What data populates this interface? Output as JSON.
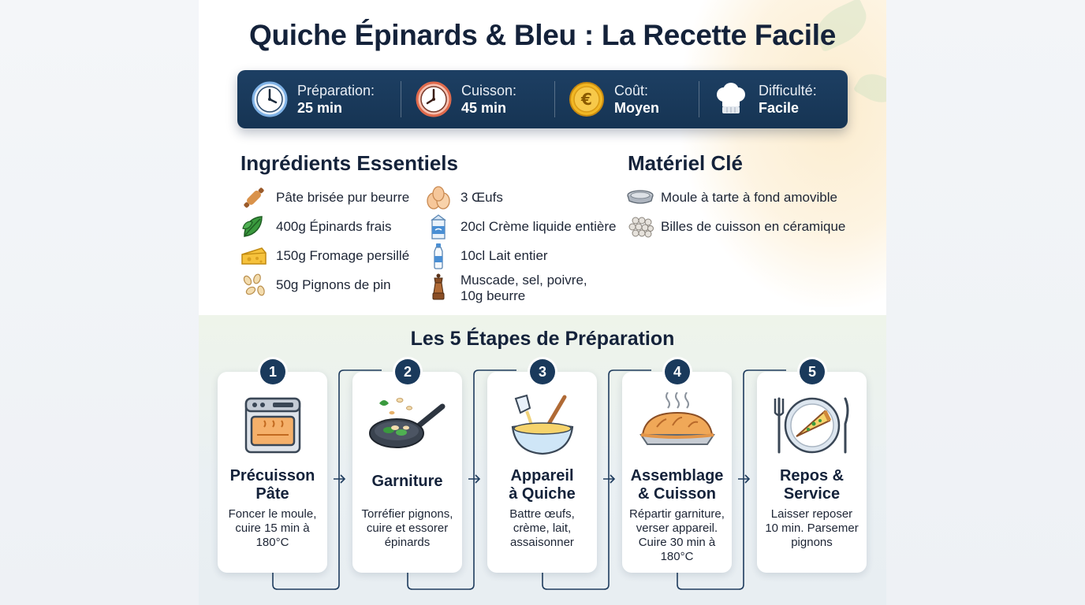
{
  "title": "Quiche Épinards & Bleu : La Recette Facile",
  "info": [
    {
      "label": "Préparation:",
      "value": "25 min",
      "icon": "clock-icon"
    },
    {
      "label": "Cuisson:",
      "value": "45 min",
      "icon": "timer-icon"
    },
    {
      "label": "Coût:",
      "value": "Moyen",
      "icon": "euro-coin-icon"
    },
    {
      "label": "Difficulté:",
      "value": "Facile",
      "icon": "chef-hat-icon"
    }
  ],
  "ingredients": {
    "heading": "Ingrédients Essentiels",
    "col1": [
      {
        "text": "Pâte brisée pur beurre",
        "icon": "rolling-pin-icon"
      },
      {
        "text": "400g Épinards frais",
        "icon": "spinach-icon"
      },
      {
        "text": "150g Fromage persillé",
        "icon": "cheese-icon"
      },
      {
        "text": "50g Pignons de pin",
        "icon": "pine-nuts-icon"
      }
    ],
    "col2": [
      {
        "text": "3 Œufs",
        "icon": "eggs-icon"
      },
      {
        "text": "20cl Crème liquide entière",
        "icon": "cream-carton-icon"
      },
      {
        "text": "10cl Lait entier",
        "icon": "milk-bottle-icon"
      },
      {
        "text_line1": "Muscade, sel, poivre,",
        "text_line2": "10g beurre",
        "icon": "pepper-mill-icon"
      }
    ]
  },
  "materiel": {
    "heading": "Matériel Clé",
    "items": [
      {
        "text": "Moule à tarte à fond amovible",
        "icon": "tart-pan-icon"
      },
      {
        "text": "Billes de cuisson en céramique",
        "icon": "baking-beads-icon"
      }
    ]
  },
  "steps_title": "Les 5 Étapes de Préparation",
  "steps": [
    {
      "num": "1",
      "title_line1": "Précuisson",
      "title_line2": "Pâte",
      "desc_line1": "Foncer le moule,",
      "desc_line2": "cuire 15 min à",
      "desc_line3": "180°C",
      "desc_line4": "",
      "icon": "oven-icon"
    },
    {
      "num": "2",
      "title_line1": "Garniture",
      "title_line2": "",
      "desc_line1": "Torréfier pignons,",
      "desc_line2": "cuire et essorer",
      "desc_line3": "épinards",
      "desc_line4": "",
      "icon": "frying-pan-icon"
    },
    {
      "num": "3",
      "title_line1": "Appareil",
      "title_line2": "à Quiche",
      "desc_line1": "Battre œufs,",
      "desc_line2": "crème, lait,",
      "desc_line3": "assaisonner",
      "desc_line4": "",
      "icon": "mixing-bowl-icon"
    },
    {
      "num": "4",
      "title_line1": "Assemblage",
      "title_line2": "& Cuisson",
      "desc_line1": "Répartir garniture,",
      "desc_line2": "verser appareil.",
      "desc_line3": "Cuire 30 min à",
      "desc_line4": "180°C",
      "icon": "pie-icon"
    },
    {
      "num": "5",
      "title_line1": "Repos &",
      "title_line2": "Service",
      "desc_line1": "Laisser reposer",
      "desc_line2": "10 min. Parsemer",
      "desc_line3": "pignons",
      "desc_line4": "",
      "icon": "quiche-plate-icon"
    }
  ],
  "colors": {
    "navy": "#1a3a5c",
    "text": "#14223a",
    "gold": "#f2b824"
  }
}
